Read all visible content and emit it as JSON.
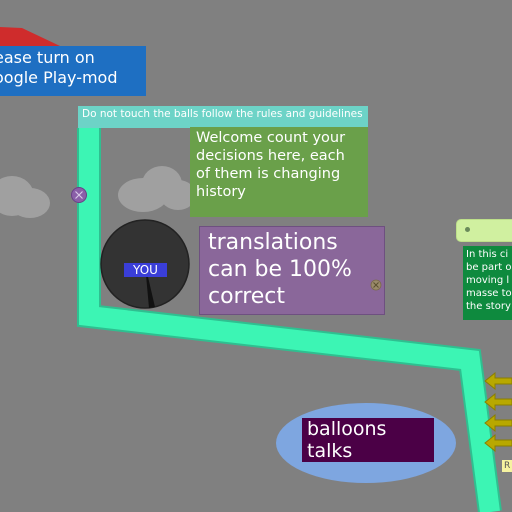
{
  "banner": {
    "line1": "ease turn on",
    "line2": "oogle Play-mod"
  },
  "rules": {
    "text": "Do not touch the balls follow the rules and guidelines"
  },
  "welcome": {
    "text": "Welcome count your decisions here, each of them is changing history"
  },
  "translations": {
    "text": "translations can be 100% correct"
  },
  "player": {
    "label": "YOU"
  },
  "story": {
    "lines": [
      "In this ci",
      "be part o",
      "moving l",
      "masse to",
      "the story"
    ]
  },
  "balloons": {
    "text": "balloons talks"
  },
  "tag": {
    "text": "R"
  },
  "colors": {
    "background": "#808080",
    "path": "#3cf5b4",
    "banner": "#1e6fc2",
    "rules_bar": "#6dd3c7",
    "welcome_panel": "#6aa04a",
    "translations_panel": "#8a679a",
    "ball": "#333333",
    "story_panel": "#0e8a3e",
    "arrow": "#b8a800"
  }
}
